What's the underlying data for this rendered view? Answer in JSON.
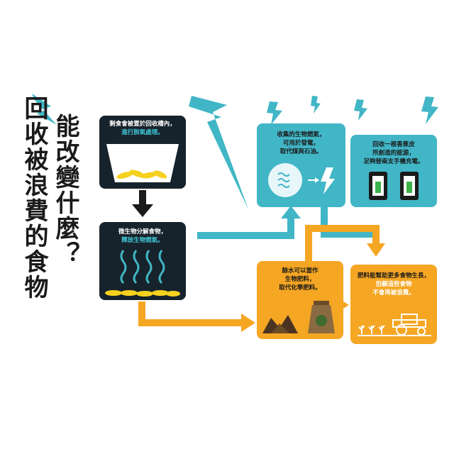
{
  "title": {
    "line1": "能改變什麼？",
    "line2": "回收被浪費的食物"
  },
  "boxes": {
    "bin": {
      "line1": "剩食會被置於回收槽內，",
      "line2": "進行脫氧處理。"
    },
    "microbe": {
      "line1": "微生物分解食物，",
      "line2": "釋放生物燃氣。"
    },
    "gas": {
      "line1": "收集的生物燃氣，",
      "line2": "可用於發電，",
      "line3": "取代煤與石油。"
    },
    "banana": {
      "line1": "回收一根香蕉皮",
      "line2": "所創造的能源，",
      "line3": "足夠替兩支手機充電。"
    },
    "fertilizer": {
      "line1": "餘水可以當作",
      "line2": "生物肥料，",
      "line3": "取代化學肥料。"
    },
    "grow": {
      "line1": "肥料能幫助更多食物生長，",
      "line2": "但顧這些食物",
      "line3": "不會再被浪費。"
    }
  },
  "colors": {
    "dark": "#17232c",
    "teal": "#41b6c6",
    "orange": "#f5a623",
    "banana": "#f6d11d"
  }
}
